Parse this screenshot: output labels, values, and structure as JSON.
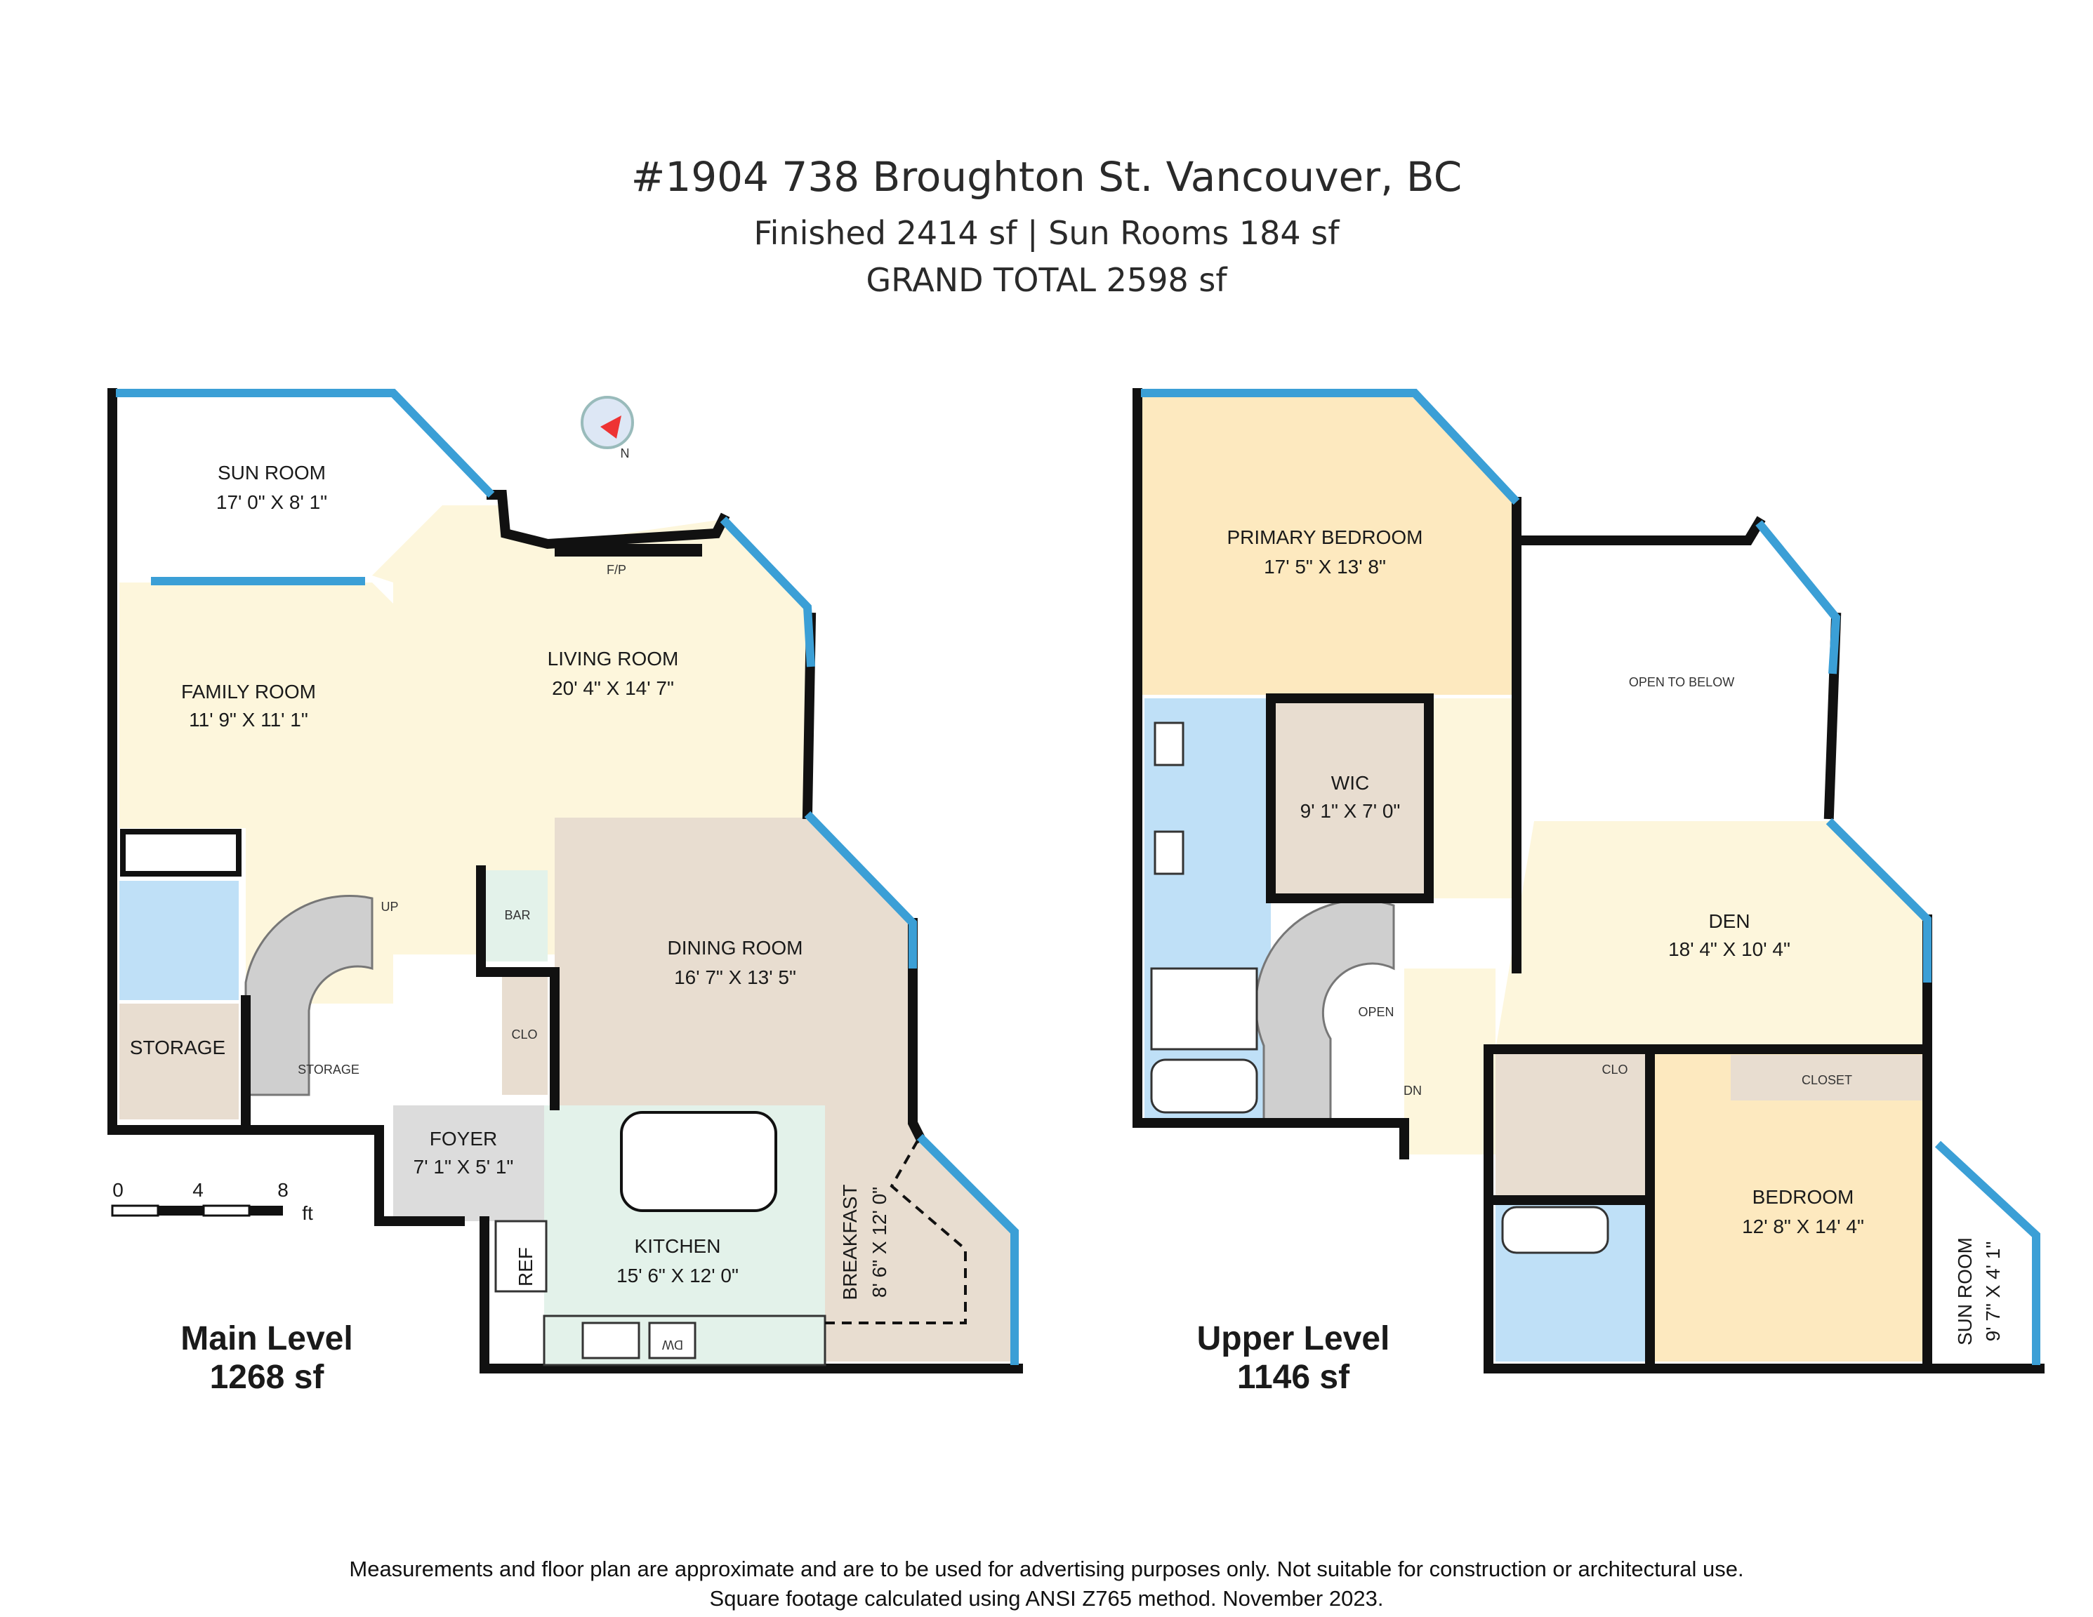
{
  "header": {
    "title": "#1904 738 Broughton St. Vancouver, BC",
    "summary": "Finished 2414 sf  |  Sun Rooms 184 sf",
    "grand_total": "GRAND TOTAL   2598 sf"
  },
  "main_level": {
    "name": "Main Level",
    "area": "1268 sf",
    "rooms": {
      "sun_room": {
        "label": "SUN ROOM",
        "dim": "17' 0\" X 8' 1\""
      },
      "family_room": {
        "label": "FAMILY ROOM",
        "dim": "11' 9\" X 11' 1\""
      },
      "living_room": {
        "label": "LIVING ROOM",
        "dim": "20' 4\" X 14' 7\""
      },
      "dining_room": {
        "label": "DINING ROOM",
        "dim": "16' 7\" X 13' 5\""
      },
      "storage": {
        "label": "STORAGE"
      },
      "storage_small": {
        "label": "STORAGE"
      },
      "foyer": {
        "label": "FOYER",
        "dim": "7' 1\" X 5' 1\""
      },
      "kitchen": {
        "label": "KITCHEN",
        "dim": "15' 6\" X 12' 0\""
      },
      "breakfast": {
        "label": "BREAKFAST",
        "dim": "8' 6\" X 12' 0\""
      },
      "bar": "BAR",
      "clo": "CLO",
      "fp": "F/P",
      "up": "UP",
      "ref": "REF",
      "dw": "DW"
    },
    "scale": {
      "ticks": [
        "0",
        "4",
        "8"
      ],
      "unit": "ft"
    },
    "compass": "N"
  },
  "upper_level": {
    "name": "Upper Level",
    "area": "1146 sf",
    "rooms": {
      "primary_bedroom": {
        "label": "PRIMARY BEDROOM",
        "dim": "17' 5\" X 13' 8\""
      },
      "open_to_below": "OPEN TO BELOW",
      "wic": {
        "label": "WIC",
        "dim": "9' 1\" X 7' 0\""
      },
      "den": {
        "label": "DEN",
        "dim": "18' 4\" X 10' 4\""
      },
      "bedroom": {
        "label": "BEDROOM",
        "dim": "12' 8\" X 14' 4\""
      },
      "sun_room": {
        "label": "SUN ROOM",
        "dim": "9' 7\" X 4' 1\""
      },
      "closet": "CLOSET",
      "clo": "CLO",
      "open": "OPEN",
      "dn": "DN"
    }
  },
  "footer": {
    "line1": "Measurements and floor plan are approximate and are to be used for advertising purposes only. Not suitable for construction or architectural use.",
    "line2": "Square footage calculated using ANSI Z765 method. November 2023."
  },
  "colors": {
    "living": "#fdf6dc",
    "dining": "#e8ddd0",
    "kitchen": "#e3f2ea",
    "bath": "#bfe0f7",
    "bedroom": "#fde9bf",
    "foyer": "#dcdcdc",
    "glass": "#3b9fd6",
    "wall": "#111111"
  }
}
